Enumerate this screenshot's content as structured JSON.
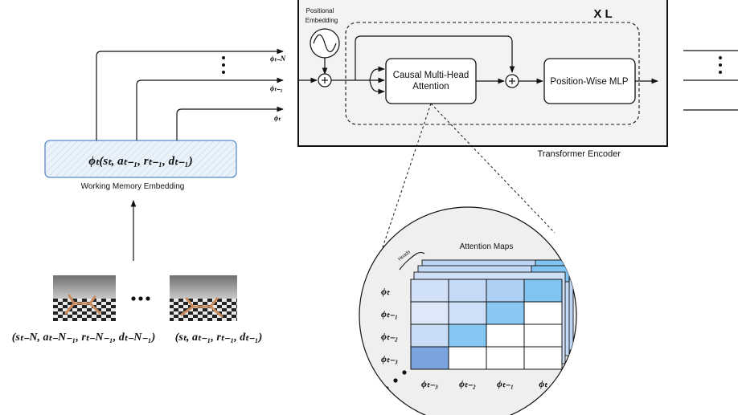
{
  "embedding": {
    "formula": "ϕₜ(sₜ, aₜ₋₁, rₜ₋₁, dₜ₋₁)",
    "caption": "Working Memory Embedding"
  },
  "inputs": {
    "phi_n": "ϕₜ₋N",
    "phi_1": "ϕₜ₋₁",
    "phi_t": "ϕₜ"
  },
  "states": {
    "left_tuple": "(sₜ₋N, aₜ₋N₋₁, rₜ₋N₋₁, dₜ₋N₋₁)",
    "right_tuple": "(sₜ, aₜ₋₁, rₜ₋₁, dₜ₋₁)"
  },
  "encoder": {
    "positional_line1": "Positional",
    "positional_line2": "Embedding",
    "repeat": "X  L",
    "attention_line1": "Causal Multi-Head",
    "attention_line2": "Attention",
    "mlp": "Position-Wise MLP",
    "caption": "Transformer Encoder"
  },
  "attention_maps": {
    "title": "Attention Maps",
    "heads_label": "Heads",
    "row_labels": [
      "ϕₜ",
      "ϕₜ₋₁",
      "ϕₜ₋₂",
      "ϕₜ₋₃"
    ],
    "col_labels": [
      "ϕₜ₋₃",
      "ϕₜ₋₂",
      "ϕₜ₋₁",
      "ϕₜ"
    ],
    "cell_colors": [
      [
        "#cfe0f7",
        "#c4daf6",
        "#aed0f5",
        "#7fc4f2"
      ],
      [
        "#dde9f8",
        "#cde0f7",
        "#88c8f3",
        "#ffffff"
      ],
      [
        "#c8dcf6",
        "#86c6f2",
        "#ffffff",
        "#ffffff"
      ],
      [
        "#7ba3de",
        "#ffffff",
        "#ffffff",
        "#ffffff"
      ]
    ]
  },
  "colors": {
    "embedding_fill": "#eaf2fa",
    "embedding_border": "#5b8ac9",
    "encoder_fill": "#f3f3f3"
  }
}
